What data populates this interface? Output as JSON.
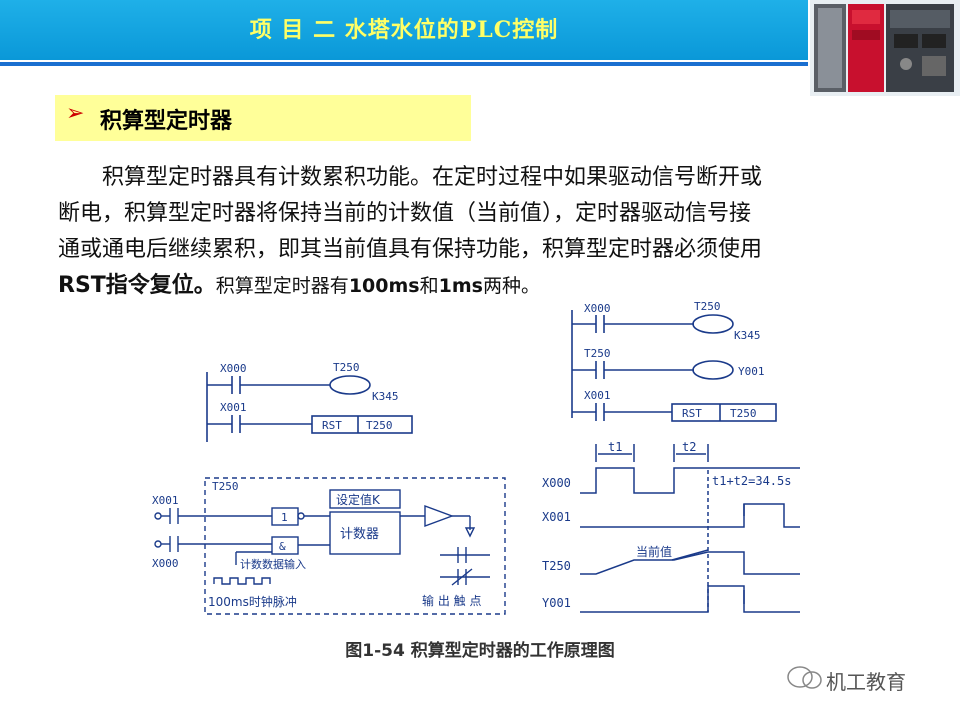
{
  "header": {
    "title": "项 目 二   水塔水位的PLC控制"
  },
  "section": {
    "title": "积算型定时器"
  },
  "body": {
    "line1": "积算型定时器具有计数累积功能。在定时过程中如果驱动信号断开或",
    "line2": "断电，积算型定时器将保持当前的计数值（当前值），定时器驱动信号接",
    "line3": "通或通电后继续累积，即其当前值具有保持功能，积算型定时器必须使用",
    "line4a": "RST指令复位。",
    "line4b": "积算型定时器有",
    "line4c": "100ms",
    "line4d": "和",
    "line4e": "1ms",
    "line4f": "两种。"
  },
  "ladder_left": {
    "contact1": "X000",
    "coil": "T250",
    "coil_k": "K345",
    "contact2": "X001",
    "rst": "RST",
    "rst_target": "T250"
  },
  "block": {
    "label": "T250",
    "in1": "X001",
    "in2": "X000",
    "not": "1",
    "and": "&",
    "setpoint": "设定值K",
    "counter": "计数器",
    "count_input": "计数数据输入",
    "clock": "100ms时钟脉冲",
    "output": "输 出 触 点"
  },
  "ladder_right": {
    "contact1": "X000",
    "coil1": "T250",
    "coil1_k": "K345",
    "contact2": "T250",
    "coil2": "Y001",
    "contact3": "X001",
    "rst": "RST",
    "rst_target": "T250"
  },
  "timing": {
    "t1": "t1",
    "t2": "t2",
    "sum": "t1+t2=34.5s",
    "sig1": "X000",
    "sig2": "X001",
    "sig3": "T250",
    "sig4": "Y001",
    "current": "当前值"
  },
  "caption": "图1-54    积算型定时器的工作原理图",
  "watermark": "机工教育"
}
